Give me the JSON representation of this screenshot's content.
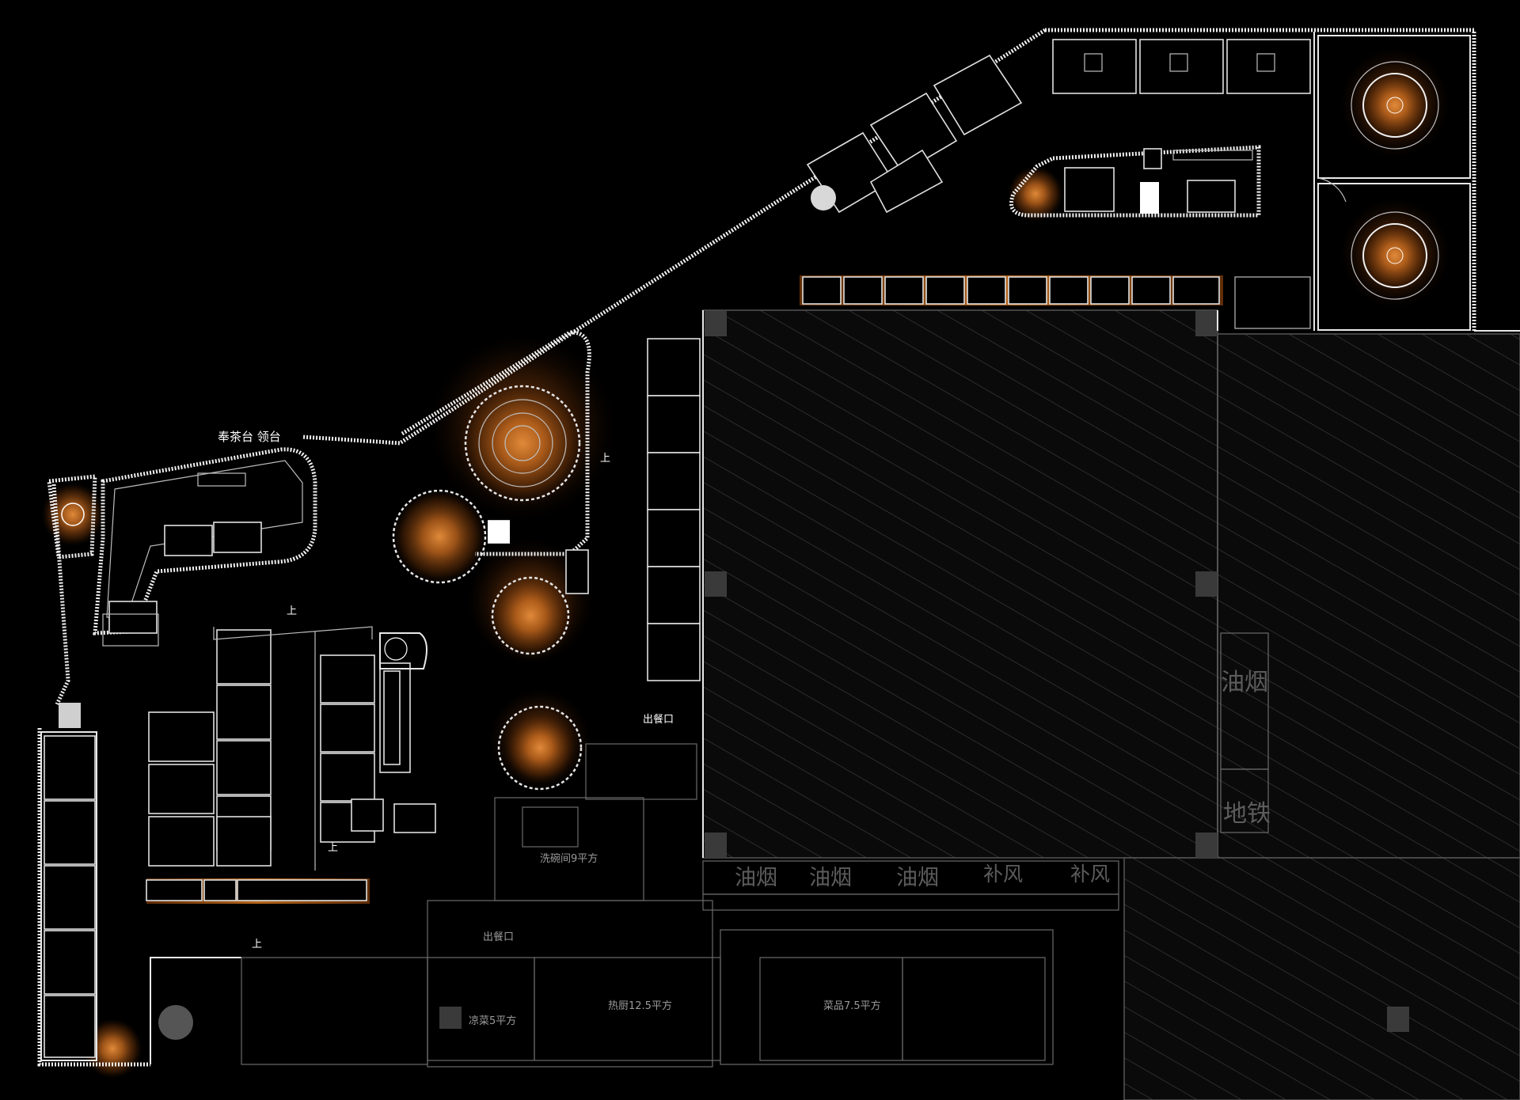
{
  "labels": {
    "tea_counter": "奉茶台 领台",
    "dish_out_1": "出餐口",
    "dish_out_2": "出餐口",
    "dishwash": "洗碗间9平方",
    "hot_kitchen": "热厨12.5平方",
    "cold_dish": "凉菜5平方",
    "vegetable": "菜品7.5平方",
    "up_1": "上",
    "up_2": "上",
    "up_3": "上",
    "up_4": "上",
    "oil_smoke_1": "油烟",
    "oil_smoke_2": "油烟",
    "oil_smoke_3": "油烟",
    "oil_smoke_right": "油烟",
    "fresh_air_1": "补风",
    "fresh_air_2": "补风",
    "subway": "地铁"
  },
  "colors": {
    "background": "#000000",
    "lines": "#e8e8e8",
    "glow": "#c46a1f",
    "glow_core": "#e08a3a",
    "hatch": "#3a3a3a"
  },
  "icons": {
    "column": "column-icon",
    "table": "table-icon",
    "chair": "chair-icon",
    "plant": "plant-icon",
    "door": "door-swing-icon"
  }
}
